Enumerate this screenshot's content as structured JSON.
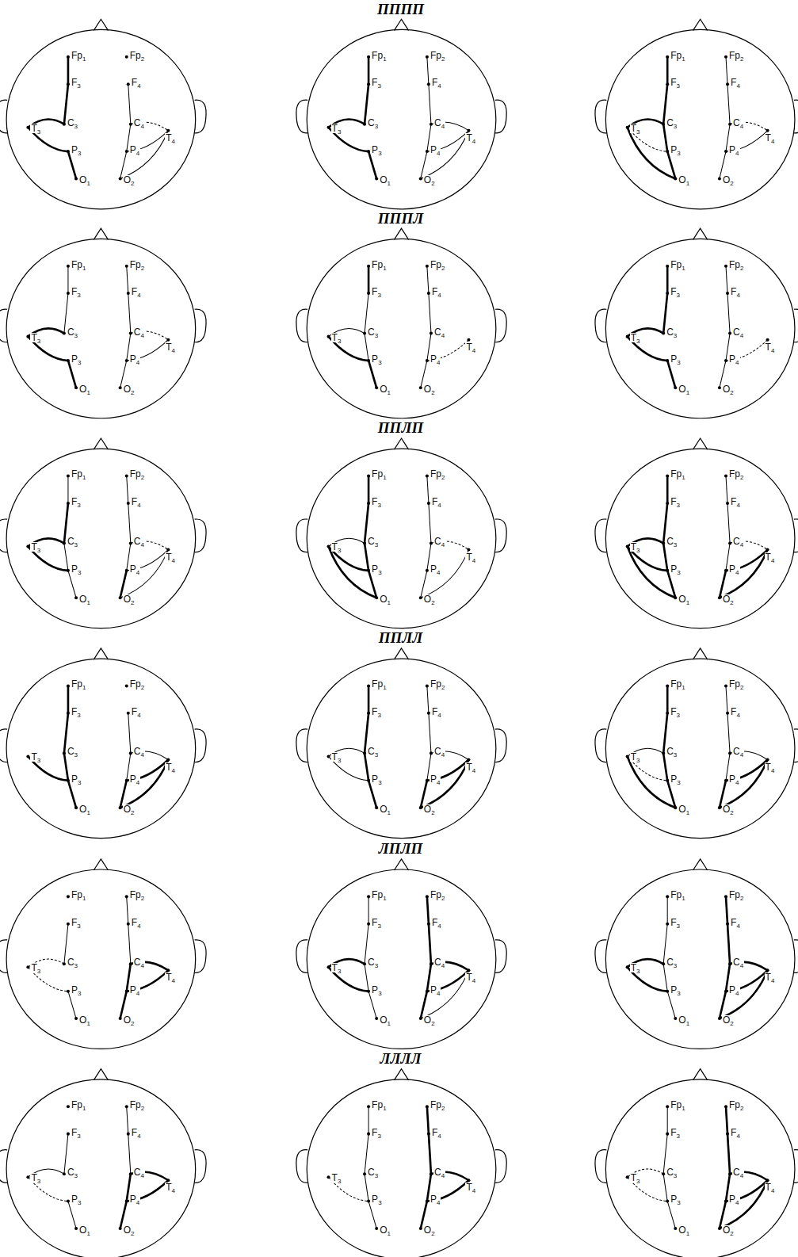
{
  "diagram": {
    "labels": [
      "ПППП",
      "Fp1",
      "Fp2",
      "F3",
      "F4",
      "C3",
      "C4",
      "T3",
      "T4",
      "P3",
      "P4",
      "O1",
      "O2",
      "Fp1",
      "Fp2",
      "F3",
      "F4",
      "C3",
      "C4",
      "T3",
      "T4",
      "P3",
      "P4",
      "O1",
      "O2",
      "Fp1",
      "Fp2",
      "F3",
      "F4",
      "C3",
      "C4",
      "T3",
      "T4",
      "P3",
      "P4",
      "O1",
      "O2",
      "ПППЛ",
      "Fp1",
      "Fp2",
      "F3",
      "F4",
      "C3",
      "C4",
      "T3",
      "T4",
      "P3",
      "P4",
      "O1",
      "O2",
      "Fp1",
      "Fp2",
      "F3",
      "F4",
      "C3",
      "C4",
      "T3",
      "T4",
      "P3",
      "P4",
      "O1",
      "O2",
      "Fp1",
      "Fp2",
      "F3",
      "F4",
      "C3",
      "C4",
      "T3",
      "T4",
      "P3",
      "P4",
      "O1",
      "O2",
      "ППЛП",
      "Fp1",
      "Fp2",
      "F3",
      "F4",
      "C3",
      "C4",
      "T3",
      "T4",
      "P3",
      "P4",
      "O1",
      "O2",
      "Fp1",
      "Fp2",
      "F3",
      "F4",
      "C3",
      "C4",
      "T3",
      "T4",
      "P3",
      "P4",
      "O1",
      "O2",
      "Fp1",
      "Fp2",
      "F3",
      "F4",
      "C3",
      "C4",
      "T3",
      "T4",
      "P3",
      "P4",
      "O1",
      "O2",
      "ППЛЛ",
      "Fp1",
      "Fp2",
      "F3",
      "F4",
      "C3",
      "C4",
      "T3",
      "T4",
      "P3",
      "P4",
      "O1",
      "O2",
      "Fp1",
      "Fp2",
      "F3",
      "F4",
      "C3",
      "C4",
      "T3",
      "T4",
      "P3",
      "P4",
      "O1",
      "O2",
      "Fp1",
      "Fp2",
      "F3",
      "F4",
      "C3",
      "C4",
      "T3",
      "T4",
      "P3",
      "P4",
      "O1",
      "O2",
      "ЛПЛП",
      "Fp1",
      "Fp2",
      "F3",
      "F4",
      "C3",
      "C4",
      "T3",
      "T4",
      "P3",
      "P4",
      "O1",
      "O2",
      "Fp1",
      "Fp2",
      "F3",
      "F4",
      "C3",
      "C4",
      "T3",
      "T4",
      "P3",
      "P4",
      "O1",
      "O2",
      "Fp1",
      "Fp2",
      "F3",
      "F4",
      "C3",
      "C4",
      "T3",
      "T4",
      "P3",
      "P4",
      "O1",
      "O2",
      "ЛЛЛЛ",
      "Fp1",
      "Fp2",
      "F3",
      "F4",
      "C3",
      "C4",
      "T3",
      "T4",
      "P3",
      "P4",
      "O1",
      "O2",
      "Fp1",
      "Fp2",
      "F3",
      "F4",
      "C3",
      "C4",
      "T3",
      "T4",
      "P3",
      "P4",
      "O1",
      "O2",
      "Fp1",
      "Fp2",
      "F3",
      "F4",
      "C3",
      "C4",
      "T3",
      "T4",
      "P3",
      "P4",
      "O1",
      "O2"
    ]
  }
}
